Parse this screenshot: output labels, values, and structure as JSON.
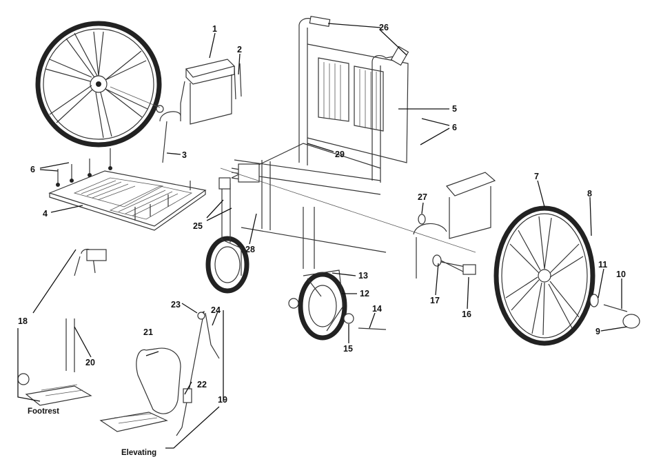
{
  "callouts": [
    "1",
    "2",
    "3",
    "4",
    "5",
    "6",
    "6",
    "7",
    "8",
    "9",
    "10",
    "11",
    "12",
    "13",
    "14",
    "15",
    "16",
    "17",
    "18",
    "19",
    "20",
    "21",
    "22",
    "23",
    "24",
    "25",
    "26",
    "27",
    "28",
    "29"
  ],
  "captions": {
    "footrest": "Footrest",
    "elevating": "Elevating"
  },
  "colors": {
    "line": "#111111",
    "part": "#333333",
    "background": "#ffffff"
  }
}
